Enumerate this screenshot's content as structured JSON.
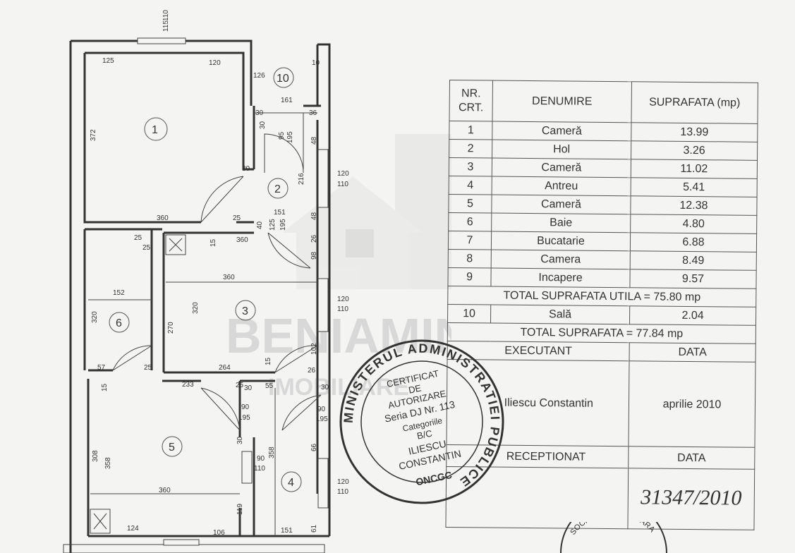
{
  "plan": {
    "dims": {
      "d1": "115",
      "d1b": "110",
      "d2": "125",
      "d3": "120",
      "d4": "126",
      "d5": "10",
      "d6": "161",
      "d7": "30",
      "d8": "36",
      "d9": "30",
      "d10": "95",
      "d10b": "195",
      "d11": "48",
      "d12": "372",
      "d13": "216",
      "d14": "30",
      "d15": "120",
      "d15b": "110",
      "d16": "360",
      "d17": "25",
      "d18": "151",
      "d19": "40",
      "d20": "125",
      "d20b": "195",
      "d21": "48",
      "d22": "25",
      "d23": "25",
      "d24": "15",
      "d25": "360",
      "d26": "26",
      "d27": "98",
      "d28": "360",
      "d29": "152",
      "d30": "320",
      "d31": "320",
      "d32": "270",
      "d33": "120",
      "d33b": "110",
      "d34": "102",
      "d35": "57",
      "d36": "25",
      "d37": "264",
      "d38": "15",
      "d39": "26",
      "d40": "15",
      "d41": "233",
      "d42": "25",
      "d43": "30",
      "d44": "55",
      "d45": "30",
      "d46": "90",
      "d46b": "195",
      "d47": "90",
      "d47b": "195",
      "d48": "30",
      "d49": "66",
      "d50": "308",
      "d51": "358",
      "d52": "90",
      "d52b": "110",
      "d53": "358",
      "d54": "360",
      "d55": "120",
      "d55b": "110",
      "d56": "119",
      "d57": "124",
      "d58": "106",
      "d59": "151",
      "d60": "61"
    },
    "rooms": {
      "r1": "1",
      "r2": "2",
      "r3": "3",
      "r4": "4",
      "r5": "5",
      "r6": "6",
      "r10": "10"
    }
  },
  "watermark": {
    "line1": "BENIAMIN",
    "line2": "IMOBILIARE"
  },
  "table": {
    "header": {
      "nr": "NR.",
      "crt": "CRT.",
      "denumire": "DENUMIRE",
      "suprafata": "SUPRAFATA (mp)"
    },
    "rows": [
      {
        "nr": "1",
        "name": "Cameră",
        "area": "13.99"
      },
      {
        "nr": "2",
        "name": "Hol",
        "area": "3.26"
      },
      {
        "nr": "3",
        "name": "Cameră",
        "area": "11.02"
      },
      {
        "nr": "4",
        "name": "Antreu",
        "area": "5.41"
      },
      {
        "nr": "5",
        "name": "Cameră",
        "area": "12.38"
      },
      {
        "nr": "6",
        "name": "Baie",
        "area": "4.80"
      },
      {
        "nr": "7",
        "name": "Bucatarie",
        "area": "6.88"
      },
      {
        "nr": "8",
        "name": "Camera",
        "area": "8.49"
      },
      {
        "nr": "9",
        "name": "Incapere",
        "area": "9.57"
      }
    ],
    "total_util": "TOTAL SUPRAFATA UTILA =   75.80 mp",
    "row10": {
      "nr": "10",
      "name": "Sală",
      "area": "2.04"
    },
    "total": "TOTAL SUPRAFATA =  77.84  mp",
    "executant": "EXECUTANT",
    "data_label": "DATA",
    "executant_name": "Iliescu Constantin",
    "executant_date": "aprilie 2010",
    "receptionat": "RECEPTIONAT",
    "data_label2": "DATA",
    "receptie_handwritten": "31347/2010"
  },
  "stamp": {
    "ring": "MINISTERUL ADMINISTRATIEI PUBLICE",
    "l1": "CERTIFICAT",
    "l2": "DE",
    "l3": "AUTORIZARE",
    "l4": "Seria DJ Nr. 113",
    "l5": "Categoriile",
    "l6": "B/C",
    "l7": "ILIESCU",
    "l8": "CONSTANTIN",
    "l9": "ONCGC"
  },
  "stamp2": {
    "text": "SOCIETATE IMOBILIARA"
  }
}
